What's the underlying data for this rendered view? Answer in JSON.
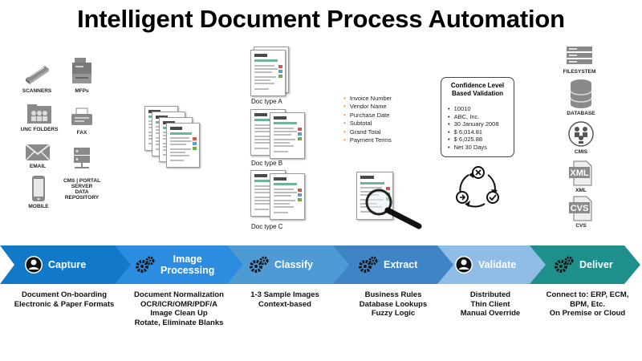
{
  "title": "Intelligent Document Process Automation",
  "sources": [
    {
      "label": "SCANNERS",
      "icon": "scanner-icon"
    },
    {
      "label": "MFPs",
      "icon": "mfp-icon"
    },
    {
      "label": "UNC FOLDERS",
      "icon": "unc-folders-icon"
    },
    {
      "label": "FAX",
      "icon": "fax-icon"
    },
    {
      "label": "EMAIL",
      "icon": "email-icon"
    },
    {
      "label": "CMS | PORTAL\nSERVER\nDATA\nREPOSITORY",
      "icon": "server-icon"
    },
    {
      "label": "MOBILE",
      "icon": "mobile-icon"
    }
  ],
  "doc_types": [
    "Doc type A",
    "Doc type B",
    "Doc type C"
  ],
  "fields": [
    "Invoice  Number",
    "Vendor Name",
    "Purchase Date",
    "Subtotal",
    "Grand Total",
    "Payment Terms"
  ],
  "confidence": {
    "title": "Confidence Level\nBased Validation",
    "items": [
      "10010",
      "ABC, Inc.",
      "30 January 2008",
      "$ 6,014.81",
      "$ 6,025.88",
      "Net 30 Days"
    ]
  },
  "targets": [
    {
      "label": "FILESYSTEM",
      "icon": "filesystem-icon"
    },
    {
      "label": "DATABASE",
      "icon": "database-icon"
    },
    {
      "label": "CMIS",
      "icon": "cmis-icon"
    },
    {
      "label": "XML",
      "icon": "xml-icon",
      "badge": "XML"
    },
    {
      "label": "CVS",
      "icon": "cvs-icon",
      "badge": "CVS"
    }
  ],
  "stages": [
    {
      "label": "Capture",
      "icon": "user-icon",
      "color": "#1279c8"
    },
    {
      "label": "Image\nProcessing",
      "icon": "gears-icon",
      "color": "#2c8de0"
    },
    {
      "label": "Classify",
      "icon": "gears-icon",
      "color": "#4d9ad4"
    },
    {
      "label": "Extract",
      "icon": "gears-icon",
      "color": "#3f84c4"
    },
    {
      "label": "Validate",
      "icon": "user-icon",
      "color": "#8fbde6"
    },
    {
      "label": "Deliver",
      "icon": "gears-icon",
      "color": "#1f8f8c"
    }
  ],
  "descriptions": [
    "Document On-boarding\nElectronic & Paper Formats",
    "Document Normalization\nOCR/ICR/OMR/PDF/A\nImage Clean Up\nRotate, Eliminate Blanks",
    "1-3 Sample Images\nContext-based",
    "Business Rules\nDatabase Lookups\nFuzzy Logic",
    "Distributed\nThin Client\nManual Override",
    "Connect to: ERP, ECM,\nBPM, Etc.\nOn Premise or Cloud"
  ]
}
